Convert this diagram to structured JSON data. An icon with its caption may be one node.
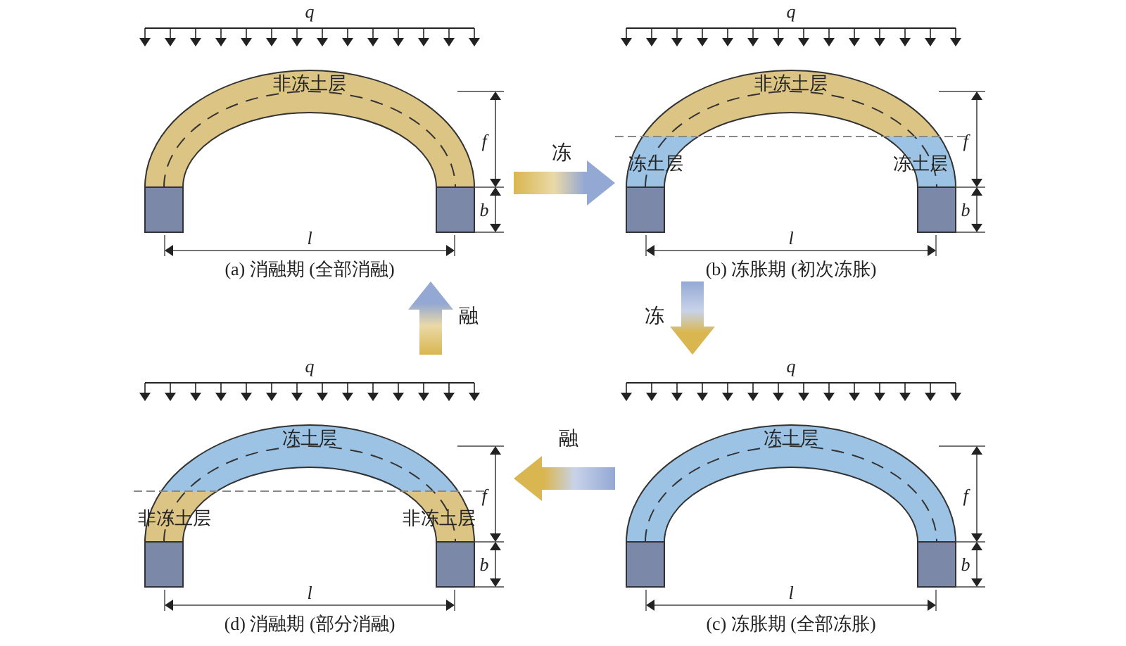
{
  "diagram": {
    "nodes": [
      {
        "text": [
          "(a) 消融期 (全部消融)"
        ]
      },
      {
        "text": [
          "(b) 冻胀期 (初次冻胀)"
        ]
      },
      {
        "text": [
          "(d) 消融期 (部分消融)"
        ]
      },
      {
        "text": [
          "(c) 冻胀期 (全部冻胀)"
        ]
      }
    ],
    "edges": [
      {
        "from": 0,
        "to": 1,
        "arrow": "to",
        "label": "冻"
      },
      {
        "from": 1,
        "to": 3,
        "arrow": "to",
        "label": "冻"
      },
      {
        "from": 3,
        "to": 2,
        "arrow": "to",
        "label": "融"
      },
      {
        "from": 2,
        "to": 0,
        "arrow": "to",
        "label": "融"
      }
    ],
    "labels": [
      "q",
      "非冻土层",
      "f",
      "b",
      "l",
      "q",
      "非冻土层",
      "冻土层",
      "冻土层",
      "f",
      "b",
      "l",
      "q",
      "冻土层",
      "非冻土层",
      "非冻土层",
      "f",
      "b",
      "l",
      "q",
      "冻土层",
      "f",
      "b",
      "l"
    ]
  }
}
